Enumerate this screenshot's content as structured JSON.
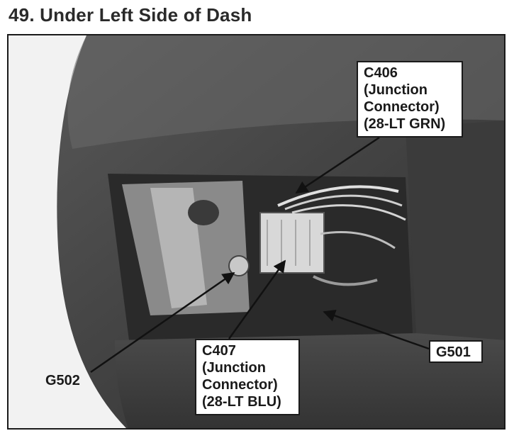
{
  "page": {
    "title": "49. Under Left Side of Dash"
  },
  "photo": {
    "description_icon": "dashboard-photo"
  },
  "callouts": {
    "c406": {
      "lines": [
        "C406",
        "(Junction",
        "Connector)",
        "(28-LT GRN)"
      ]
    },
    "c407": {
      "lines": [
        "C407",
        "(Junction",
        "Connector)",
        "(28-LT BLU)"
      ]
    },
    "g501": {
      "label": "G501"
    },
    "g502": {
      "label": "G502"
    }
  }
}
